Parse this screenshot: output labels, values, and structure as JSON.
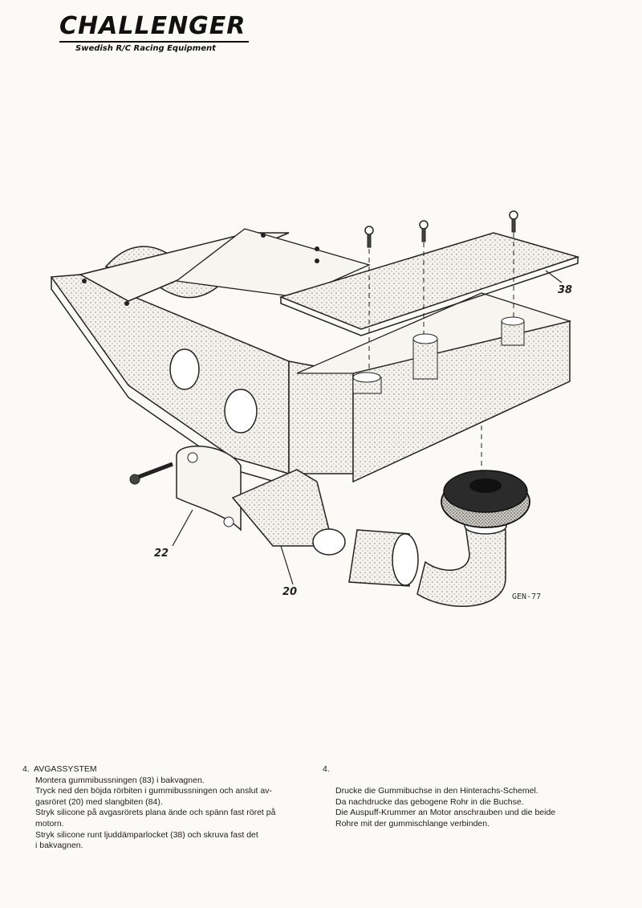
{
  "brand": {
    "name": "CHALLENGER",
    "tagline": "Swedish R/C Racing Equipment"
  },
  "figure": {
    "callouts": [
      "38",
      "22",
      "20"
    ],
    "signature": "GEN-77"
  },
  "instructions": {
    "swedish": {
      "number": "4.",
      "title": "AVGASSYSTEM",
      "lines": [
        "Montera gummibussningen (83) i bakvagnen.",
        "Tryck ned den böjda rörbiten i gummibussningen och anslut av-",
        "gasröret (20) med slangbiten (84).",
        "Stryk silicone på avgasrörets plana ände och spänn fast röret på",
        "motorn.",
        "Stryk silicone runt ljuddämparlocket (38) och skruva fast det",
        "i bakvagnen."
      ]
    },
    "german": {
      "number": "4.",
      "lines": [
        "Drucke die Gummibuchse in den Hinterachs-Schemel.",
        "Da nachdrucke das gebogene Rohr in die Buchse.",
        "Die Auspuff-Krummer an Motor anschrauben und die beide",
        "Rohre mit der gummischlange verbinden."
      ]
    }
  }
}
